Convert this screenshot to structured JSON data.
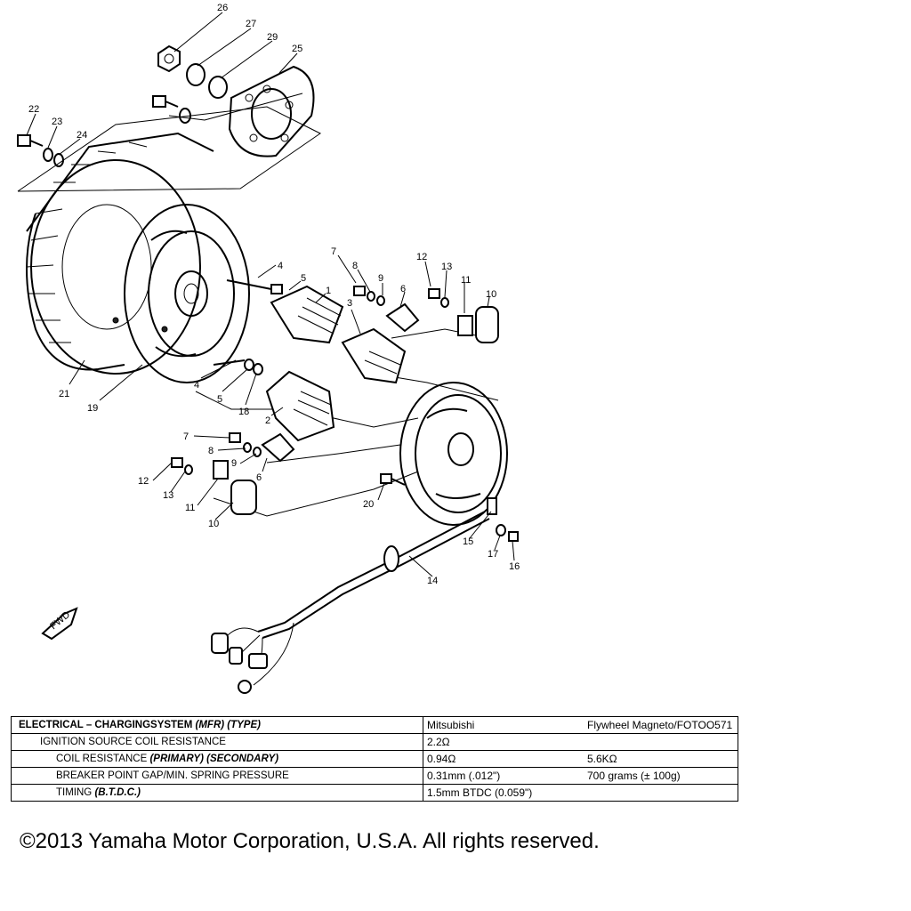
{
  "callouts": [
    {
      "id": "c26",
      "text": "26"
    },
    {
      "id": "c27",
      "text": "27"
    },
    {
      "id": "c29",
      "text": "29"
    },
    {
      "id": "c25",
      "text": "25"
    },
    {
      "id": "c22",
      "text": "22"
    },
    {
      "id": "c23",
      "text": "23"
    },
    {
      "id": "c24",
      "text": "24"
    },
    {
      "id": "c21",
      "text": "21"
    },
    {
      "id": "c19",
      "text": "19"
    },
    {
      "id": "c4a",
      "text": "4"
    },
    {
      "id": "c5a",
      "text": "5"
    },
    {
      "id": "c1",
      "text": "1"
    },
    {
      "id": "c4b",
      "text": "4"
    },
    {
      "id": "c5b",
      "text": "5"
    },
    {
      "id": "c18",
      "text": "18"
    },
    {
      "id": "c2",
      "text": "2"
    },
    {
      "id": "c3",
      "text": "3"
    },
    {
      "id": "c7a",
      "text": "7"
    },
    {
      "id": "c8a",
      "text": "8"
    },
    {
      "id": "c9a",
      "text": "9"
    },
    {
      "id": "c6a",
      "text": "6"
    },
    {
      "id": "c12a",
      "text": "12"
    },
    {
      "id": "c13a",
      "text": "13"
    },
    {
      "id": "c11a",
      "text": "11"
    },
    {
      "id": "c10a",
      "text": "10"
    },
    {
      "id": "c7b",
      "text": "7"
    },
    {
      "id": "c8b",
      "text": "8"
    },
    {
      "id": "c9b",
      "text": "9"
    },
    {
      "id": "c6b",
      "text": "6"
    },
    {
      "id": "c12b",
      "text": "12"
    },
    {
      "id": "c13b",
      "text": "13"
    },
    {
      "id": "c11b",
      "text": "11"
    },
    {
      "id": "c10b",
      "text": "10"
    },
    {
      "id": "c20",
      "text": "20"
    },
    {
      "id": "c15",
      "text": "15"
    },
    {
      "id": "c17",
      "text": "17"
    },
    {
      "id": "c16",
      "text": "16"
    },
    {
      "id": "c14",
      "text": "14"
    }
  ],
  "fwd_marker": "FWD",
  "spec_table": {
    "rows": [
      {
        "label_main": "Electrical – Chargingsystem",
        "label_italic": "(MFR) (Type)",
        "value1": "Mitsubishi",
        "value2": "Flywheel Magneto/FOTOO571"
      },
      {
        "label_main": "Ignition source coil resistance",
        "label_italic": "",
        "value1": "2.2Ω",
        "value2": ""
      },
      {
        "label_main": "Coil resistance",
        "label_italic": "(Primary) (Secondary)",
        "value1": "0.94Ω",
        "value2": "5.6KΩ"
      },
      {
        "label_main": "Breaker point gap/min. spring pressure",
        "label_italic": "",
        "value1": "0.31mm (.012\")",
        "value2": "700 grams (± 100g)"
      },
      {
        "label_main": "Timing",
        "label_italic": "(B.T.D.C.)",
        "value1": "1.5mm BTDC (0.059\")",
        "value2": ""
      }
    ]
  },
  "copyright": "©2013 Yamaha Motor Corporation, U.S.A. All rights reserved."
}
